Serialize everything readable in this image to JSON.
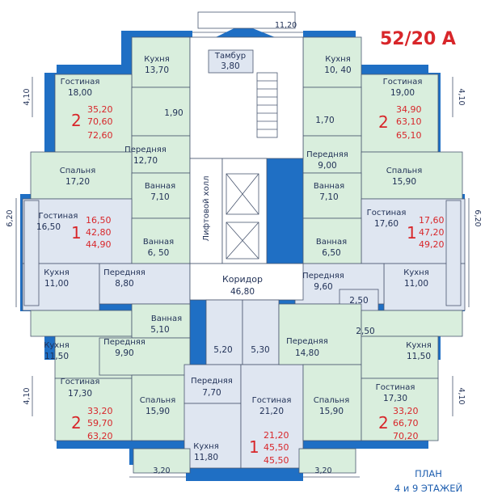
{
  "title": "52/20 А",
  "caption": {
    "line1": "ПЛАН",
    "line2": "4 и 9 ЭТАЖЕЙ"
  },
  "colors": {
    "wall": "#1f6fc4",
    "room": "#d9eedd",
    "living": "#dfe6f1",
    "border": "#4a5770",
    "red": "#d8262a"
  },
  "dimensions": {
    "top": "11,20",
    "left_top": "4,10",
    "right_top": "4,10",
    "left_mid": "6,20",
    "right_mid": "6,20",
    "left_bot": "4,10",
    "right_bot": "4,10",
    "bottom_left": "3,20",
    "bottom_right": "3,20"
  },
  "core": {
    "tambur": {
      "label": "Тамбур",
      "area": "3,80"
    },
    "lift_hall": "Лифтовой холл",
    "corridor": {
      "label": "Коридор",
      "area": "46,80"
    },
    "wc_left": "5,20",
    "wc_right": "5,30"
  },
  "apt_tl": {
    "rooms_count": "2",
    "kitchen": {
      "label": "Кухня",
      "area": "13,70"
    },
    "living": {
      "label": "Гостиная",
      "area": "18,00"
    },
    "bath_small": "1,90",
    "hall": {
      "label": "Передняя",
      "area": "12,70"
    },
    "bedroom": {
      "label": "Спальня",
      "area": "17,20"
    },
    "bath": {
      "label": "Ванная",
      "area": "7,10"
    },
    "totals": [
      "35,20",
      "70,60",
      "72,60"
    ]
  },
  "apt_tr": {
    "rooms_count": "2",
    "kitchen": {
      "label": "Кухня",
      "area": "10, 40"
    },
    "living": {
      "label": "Гостиная",
      "area": "19,00"
    },
    "bath_small": "1,70",
    "hall": {
      "label": "Передняя",
      "area": "9,00"
    },
    "bedroom": {
      "label": "Спальня",
      "area": "15,90"
    },
    "bath": {
      "label": "Ванная",
      "area": "7,10"
    },
    "totals": [
      "34,90",
      "63,10",
      "65,10"
    ]
  },
  "apt_ml": {
    "rooms_count": "1",
    "living": {
      "label": "Гостиная",
      "area": "16,50"
    },
    "bath": {
      "label": "Ванная",
      "area": "6, 50"
    },
    "kitchen": {
      "label": "Кухня",
      "area": "11,00"
    },
    "hall": {
      "label": "Передняя",
      "area": "8,80"
    },
    "totals": [
      "16,50",
      "42,80",
      "44,90"
    ]
  },
  "apt_mr": {
    "rooms_count": "1",
    "living": {
      "label": "Гостиная",
      "area": "17,60"
    },
    "bath": {
      "label": "Ванная",
      "area": "6,50"
    },
    "kitchen": {
      "label": "Кухня",
      "area": "11,00"
    },
    "hall": {
      "label": "Передняя",
      "area": "9,60"
    },
    "balcony": "2,50",
    "totals": [
      "17,60",
      "47,20",
      "49,20"
    ]
  },
  "apt_bl": {
    "rooms_count": "2",
    "bath": {
      "label": "Ванная",
      "area": "5,10"
    },
    "kitchen": {
      "label": "Кухня",
      "area": "11,50"
    },
    "hall": {
      "label": "Передняя",
      "area": "9,90"
    },
    "living": {
      "label": "Гостиная",
      "area": "17,30"
    },
    "bedroom": {
      "label": "Спальня",
      "area": "15,90"
    },
    "totals": [
      "33,20",
      "59,70",
      "63,20"
    ]
  },
  "apt_bc": {
    "rooms_count": "1",
    "hall": {
      "label": "Передняя",
      "area": "7,70"
    },
    "kitchen": {
      "label": "Кухня",
      "area": "11,80"
    },
    "living": {
      "label": "Гостиная",
      "area": "21,20"
    },
    "totals": [
      "21,20",
      "45,50",
      "45,50"
    ]
  },
  "apt_br": {
    "rooms_count": "2",
    "hall": {
      "label": "Передняя",
      "area": "14,80"
    },
    "balcony": "2,50",
    "kitchen": {
      "label": "Кухня",
      "area": "11,50"
    },
    "living": {
      "label": "Гостиная",
      "area": "17,30"
    },
    "bedroom": {
      "label": "Спальня",
      "area": "15,90"
    },
    "totals": [
      "33,20",
      "66,70",
      "70,20"
    ]
  }
}
